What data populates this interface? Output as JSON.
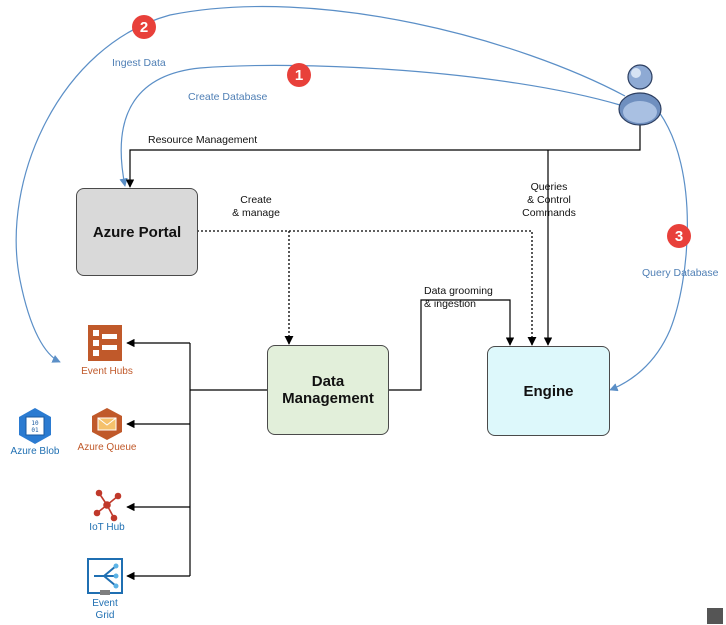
{
  "nodes": {
    "azure_portal": "Azure Portal",
    "data_management": "Data\nManagement",
    "engine": "Engine"
  },
  "edges": {
    "resource_management": "Resource Management",
    "create_manage": "Create\n& manage",
    "queries": "Queries\n& Control\nCommands",
    "data_grooming": "Data grooming\n& ingestion",
    "ingest_data": "Ingest Data",
    "create_database": "Create Database",
    "query_database": "Query Database"
  },
  "steps": {
    "step1": "1",
    "step2": "2",
    "step3": "3"
  },
  "sources": {
    "event_hubs": "Event Hubs",
    "azure_queue": "Azure Queue",
    "iot_hub": "IoT Hub",
    "event_grid": "Event\nGrid",
    "azure_blob": "Azure Blob"
  },
  "colors": {
    "portal_fill": "#d9d9d9",
    "data_mgmt_fill": "#e2efda",
    "engine_fill": "#ddf8fb",
    "curve_blue": "#5b8fc7",
    "badge_red": "#e8403a",
    "service_orange": "#c0592a",
    "service_blue": "#1f6fb2"
  }
}
